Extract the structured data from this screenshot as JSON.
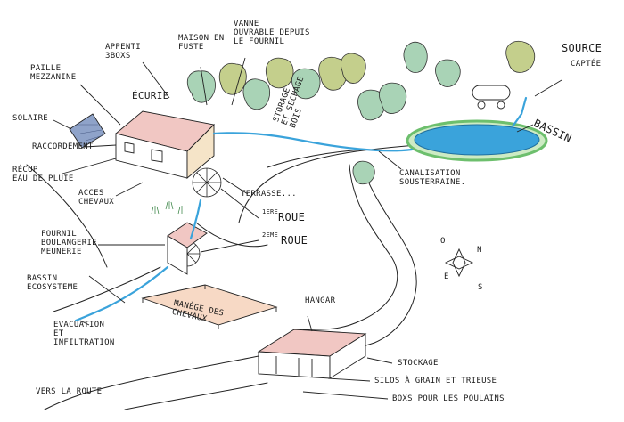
{
  "labels": {
    "appenti": "APPENTI\n3BOXS",
    "maison": "MAISON EN\nFUSTE",
    "vanne": "VANNE\nOUVRABLE DEPUIS\nLE FOURNIL",
    "source": "SOURCE",
    "captee": "CAPTÉE",
    "paille": "PAILLE\nMEZZANINE",
    "ecurie": "ÉCURIE",
    "storage": "STORAGE\nET SECHAGE\nBOIS",
    "solaire": "SOLAIRE",
    "raccordement": "RACCORDEMENT",
    "recup": "RÉCUP\nEAU DE PLUIE",
    "bassin": "BASSIN",
    "acces": "ACCES\nCHEVAUX",
    "terrasse": "TERRASSE...",
    "canalisation": "CANALISATION\nSOUSTERRAINE.",
    "roue1_num": "1ERE",
    "roue1": "ROUE",
    "roue2_num": "2EME",
    "roue2": "ROUE",
    "fournil": "FOURNIL\nBOULANGERIE\nMEUNERIE",
    "bassin_eco": "BASSIN\nECOSYSTEME",
    "manege": "MANÈGE DES\nCHEVAUX",
    "hangar": "HANGAR",
    "evacuation": "EVACUATION\nET\nINFILTRATION",
    "stockage": "STOCKAGE",
    "silos": "SILOS À GRAIN ET TRIEUSE",
    "boxs": "BOXS POUR LES POULAINS",
    "vers_route": "VERS LA ROUTE"
  },
  "compass": {
    "n": "N",
    "s": "S",
    "o": "O",
    "e": "E"
  },
  "colors": {
    "roof": "#f1c7c3",
    "arena": "#f7d9c5",
    "water": "#3aa3db",
    "pond_rim": "#8fcf8f",
    "tree_green": "#a9d3b6",
    "tree_olive": "#c4cf8c",
    "ink": "#222222"
  }
}
